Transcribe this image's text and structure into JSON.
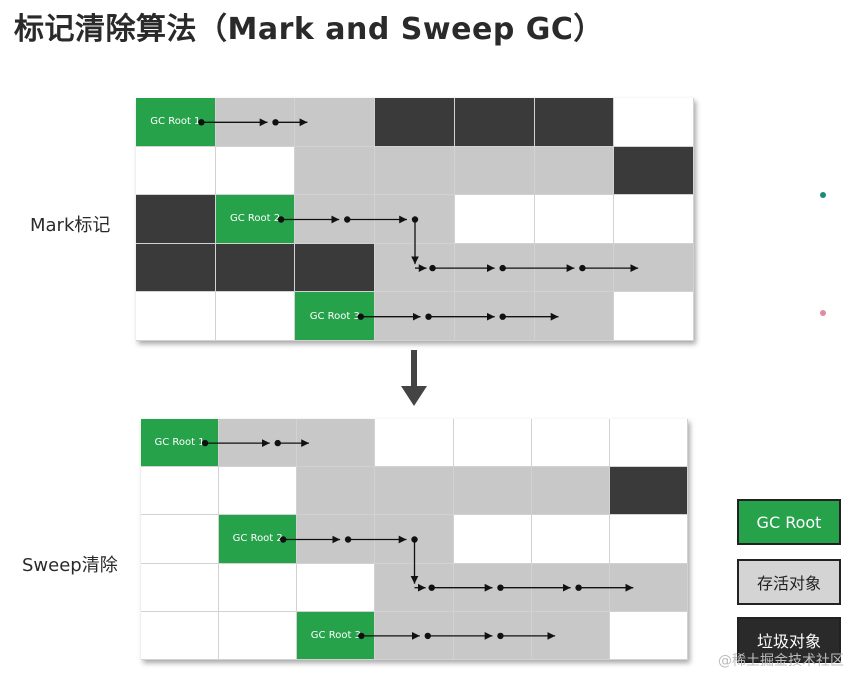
{
  "title": "标记清除算法（Mark and Sweep GC）",
  "labels": {
    "mark": "Mark标记",
    "sweep": "Sweep清除"
  },
  "root_labels": [
    "GC Root 1",
    "GC Root 2",
    "GC Root 3"
  ],
  "legend": {
    "gc_root": "GC Root",
    "alive": "存活对象",
    "garbage": "垃圾对象"
  },
  "watermark": "@稀土掘金技术社区",
  "colors": {
    "green": "#25a24a",
    "gray": "#c8c8c8",
    "dark": "#3a3a3a",
    "white": "#ffffff",
    "dot_teal": "#1a8a7a",
    "dot_pink": "#e48aa0"
  },
  "mark_grid": [
    [
      "R1",
      "G",
      "G",
      "D",
      "D",
      "D",
      "W"
    ],
    [
      "W",
      "W",
      "G",
      "G",
      "G",
      "G",
      "D"
    ],
    [
      "D",
      "R2",
      "G",
      "G",
      "W",
      "W",
      "W"
    ],
    [
      "D",
      "D",
      "D",
      "G",
      "G",
      "G",
      "G"
    ],
    [
      "W",
      "W",
      "R3",
      "G",
      "G",
      "G",
      "W"
    ]
  ],
  "sweep_grid": [
    [
      "R1",
      "G",
      "G",
      "W",
      "W",
      "W",
      "W"
    ],
    [
      "W",
      "W",
      "G",
      "G",
      "G",
      "G",
      "D"
    ],
    [
      "W",
      "R2",
      "G",
      "G",
      "W",
      "W",
      "W"
    ],
    [
      "W",
      "W",
      "W",
      "G",
      "G",
      "G",
      "G"
    ],
    [
      "W",
      "W",
      "R3",
      "G",
      "G",
      "G",
      "W"
    ]
  ]
}
